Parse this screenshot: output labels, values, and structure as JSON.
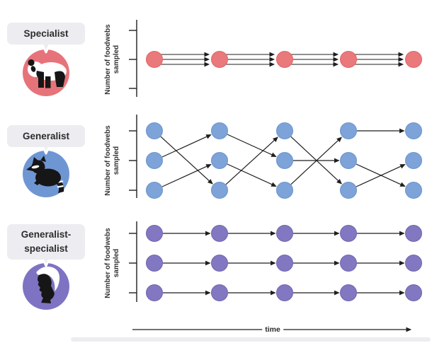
{
  "panels": [
    {
      "id": "specialist",
      "label_lines": [
        "Specialist"
      ],
      "icon": "panda-icon",
      "y_axis_label_lines": [
        "Number of foodwebs",
        "sampled"
      ],
      "colors": {
        "node_fill": "#e9797b",
        "node_stroke": "#e06467",
        "icon_bg": "#e7737a"
      },
      "network": {
        "columns": 5,
        "rows_used": [
          1
        ],
        "edge_style": "triple-parallel",
        "transitions": [
          [
            [
              1,
              1
            ]
          ],
          [
            [
              1,
              1
            ]
          ],
          [
            [
              1,
              1
            ]
          ],
          [
            [
              1,
              1
            ]
          ]
        ]
      }
    },
    {
      "id": "generalist",
      "label_lines": [
        "Generalist"
      ],
      "icon": "raccoon-icon",
      "y_axis_label_lines": [
        "Number of foodwebs",
        "sampled"
      ],
      "colors": {
        "node_fill": "#7da3d8",
        "node_stroke": "#6b94cd",
        "icon_bg": "#6e96d3"
      },
      "network": {
        "columns": 5,
        "rows_used": [
          0,
          1,
          2
        ],
        "edge_style": "single",
        "transitions": [
          [
            [
              1,
              0
            ],
            [
              2,
              1
            ],
            [
              0,
              2
            ]
          ],
          [
            [
              0,
              1
            ],
            [
              1,
              2
            ],
            [
              2,
              0
            ]
          ],
          [
            [
              0,
              2
            ],
            [
              1,
              1
            ],
            [
              2,
              0
            ]
          ],
          [
            [
              0,
              0
            ],
            [
              1,
              2
            ],
            [
              2,
              1
            ]
          ]
        ]
      }
    },
    {
      "id": "generalist-specialist",
      "label_lines": [
        "Generalist-",
        "specialist"
      ],
      "icon": "human-head-icon",
      "y_axis_label_lines": [
        "Number of foodwebs",
        "sampled"
      ],
      "colors": {
        "node_fill": "#8278c1",
        "node_stroke": "#6f65b0",
        "icon_bg": "#7e73c2"
      },
      "network": {
        "columns": 5,
        "rows_used": [
          0,
          1,
          2
        ],
        "edge_style": "single",
        "transitions": [
          [
            [
              0,
              0
            ],
            [
              1,
              1
            ],
            [
              2,
              2
            ]
          ],
          [
            [
              0,
              0
            ],
            [
              1,
              1
            ],
            [
              2,
              2
            ]
          ],
          [
            [
              0,
              0
            ],
            [
              1,
              1
            ],
            [
              2,
              2
            ]
          ],
          [
            [
              0,
              0
            ],
            [
              1,
              1
            ],
            [
              2,
              2
            ]
          ]
        ]
      }
    }
  ],
  "time_axis": {
    "label": "time"
  },
  "style": {
    "line_color": "#1f1f1f",
    "label_box_bg": "#ededf1",
    "silhouette_color": "#161616"
  }
}
